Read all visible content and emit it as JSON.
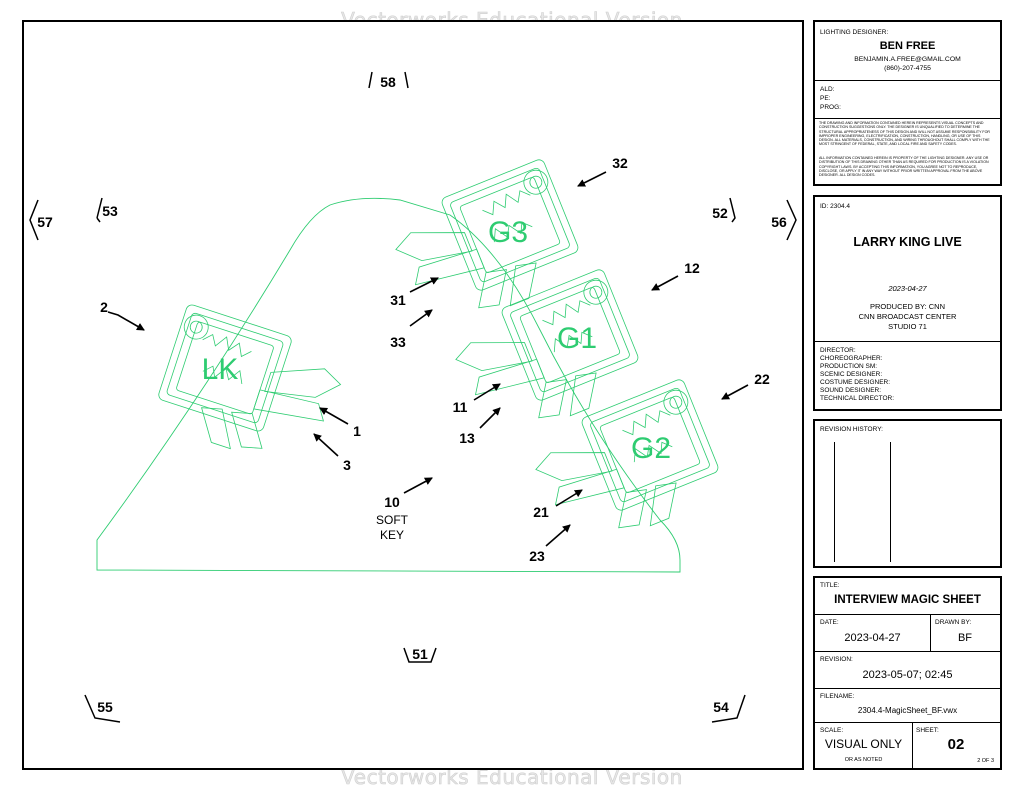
{
  "watermark": "Vectorworks Educational Version",
  "stage": {
    "groups": [
      {
        "id": "lk",
        "label": "LK"
      },
      {
        "id": "g3",
        "label": "G3"
      },
      {
        "id": "g1",
        "label": "G1"
      },
      {
        "id": "g2",
        "label": "G2"
      }
    ],
    "channels": [
      "58",
      "53",
      "57",
      "52",
      "56",
      "32",
      "12",
      "22",
      "2",
      "31",
      "33",
      "11",
      "13",
      "1",
      "3",
      "10",
      "21",
      "23",
      "51",
      "55",
      "54"
    ],
    "soft_key_line1": "SOFT",
    "soft_key_line2": "KEY"
  },
  "title_block": {
    "designer_label": "LIGHTING DESIGNER:",
    "designer_name": "BEN FREE",
    "designer_email": "BENJAMIN.A.FREE@GMAIL.COM",
    "designer_phone": "(860)-207-4755",
    "ald": "ALD:",
    "pe": "PE:",
    "prog": "PROG:",
    "disclaimer1": "THE DRAWING AND INFORMATION CONTAINED HEREIN REPRESENTS VISUAL CONCEPTS AND CONSTRUCTION SUGGESTIONS ONLY. THE DESIGNER IS UNQUALIFIED TO DETERMINE THE STRUCTURAL APPROPRIATENESS OF THIS DESIGN AND WILL NOT ASSUME RESPONSIBILITY FOR IMPROPER ENGINEERING, ELECTRIFICATION, CONSTRUCTION, HANDLING, OR USE OF THIS DESIGN. ALL MATERIALS, CONSTRUCTION, AND WIRING THROUGHOUT SHALL COMPLY WITH THE MOST STRINGENT OF FEDERAL, STATE, AND LOCAL FIRE AND SAFETY CODES.",
    "disclaimer2": "ALL INFORMATION CONTAINED HEREIN IS PROPERTY OF THE LIGHTING DESIGNER. ANY USE OR DISTRIBUTION OF THIS DRAWING OTHER THAN AS REQUIRED FOR PRODUCTION IS A VIOLATION COPYRIGHT LAWS. BY ACCEPTING THIS INFORMATION, YOU AGREE NOT TO REPRODUCE, DISCLOSE, OR APPLY IT IN ANY WAY WITHOUT PRIOR WRITTEN APPROVAL FROM THE ABOVE DESIGNER. ALL DESIGN CODES.",
    "id": "ID: 2304.4",
    "show": "LARRY KING LIVE",
    "show_date": "2023-04-27",
    "produced_by": "PRODUCED BY: CNN",
    "venue": "CNN BROADCAST CENTER",
    "studio": "STUDIO 71",
    "crew": [
      "DIRECTOR:",
      "CHOREOGRAPHER:",
      "PRODUCTION SM:",
      "SCENIC DESIGNER:",
      "COSTUME DESIGNER:",
      "SOUND DESIGNER:",
      "TECHNICAL DIRECTOR:"
    ],
    "revision_history": "REVISION HISTORY:",
    "title_label": "TITLE:",
    "title": "INTERVIEW MAGIC SHEET",
    "date_label": "DATE:",
    "date": "2023-04-27",
    "drawn_by_label": "DRAWN BY:",
    "drawn_by": "BF",
    "revision_label": "REVISION:",
    "revision": "2023-05-07; 02:45",
    "filename_label": "FILENAME:",
    "filename": "2304.4-MagicSheet_BF.vwx",
    "scale_label": "SCALE:",
    "scale": "VISUAL ONLY",
    "scale_note": "OR AS NOTED",
    "sheet_label": "SHEET:",
    "sheet": "02",
    "sheet_of": "2 OF 3"
  },
  "colors": {
    "fixture_green": "#2ecc71",
    "border": "#000000"
  }
}
